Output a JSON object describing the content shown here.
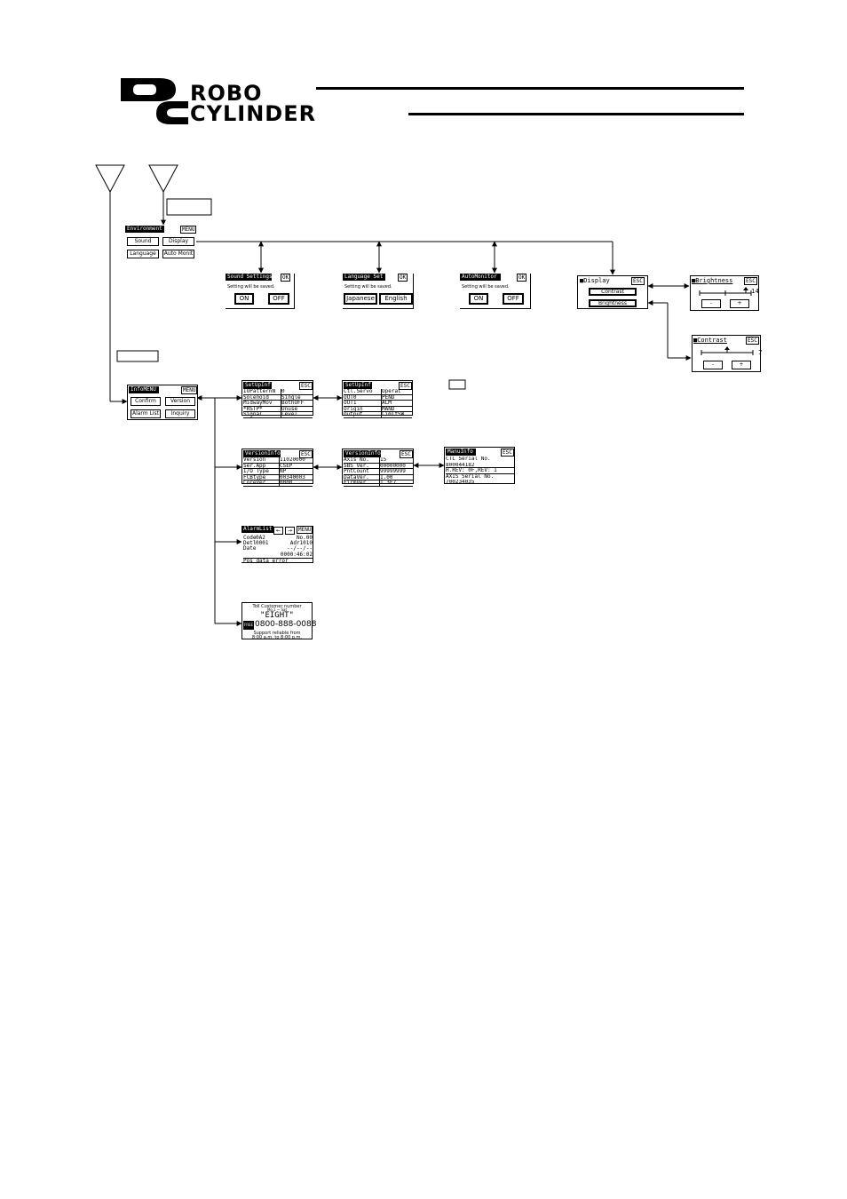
{
  "logo": {
    "line1": "ROBO",
    "line2": "CYLINDER"
  },
  "environment": {
    "title": "Environment",
    "tag": "MENU",
    "buttons": [
      "Sound",
      "Display",
      "Language",
      "Auto Monit"
    ]
  },
  "sound": {
    "title": "Sound Settings",
    "tag": "OK",
    "note": "Setting will be saved.",
    "on": "ON",
    "off": "OFF"
  },
  "language": {
    "title": "Language Set",
    "tag": "OK",
    "note": "Setting will be saved.",
    "opt1": "Japanese",
    "opt2": "English"
  },
  "automon": {
    "title": "AutoMonitor",
    "tag": "OK",
    "note": "Setting will be saved.",
    "on": "ON",
    "off": "OFF"
  },
  "display": {
    "title": "■Display",
    "tag": "ESC",
    "contrast": "Contrast",
    "brightness": "Brightness"
  },
  "brightness": {
    "title": "■Brightness",
    "tag": "ESC",
    "minus": "-",
    "plus": "+",
    "value": "14"
  },
  "contrast": {
    "title": "■Contrast",
    "tag": "ESC",
    "minus": "-",
    "plus": "+",
    "value": "7"
  },
  "info": {
    "title": "InfoMENU",
    "tag": "MENU",
    "buttons": [
      "Confirm",
      "Version",
      "Alarm List",
      "Inquiry"
    ]
  },
  "setup1": {
    "title": "SetUpInf",
    "tag": "ESC",
    "rows": [
      [
        "IOPatternN",
        "0"
      ],
      [
        "Solenoid",
        "Single"
      ],
      [
        "MidwayMov",
        "BothOFF"
      ],
      [
        "*RSTP*",
        "Unuse"
      ],
      [
        "Signal",
        "Level"
      ]
    ]
  },
  "setup2": {
    "title": "SetUpInf",
    "tag": "ESC",
    "rows": [
      [
        "Ctl.Servo",
        "Operat"
      ],
      [
        "OUT0",
        "PEND"
      ],
      [
        "OUT1",
        "ALM"
      ],
      [
        "Origin",
        "MAND"
      ],
      [
        "Output",
        "LimitSW"
      ]
    ]
  },
  "ver1": {
    "title": "VersionInfo",
    "tag": "ESC",
    "rows": [
      [
        "Version",
        "11020000"
      ],
      [
        "Ser.App",
        "CSEP"
      ],
      [
        "I/O Type",
        "NP"
      ],
      [
        "FCBtype",
        "00340003"
      ],
      [
        "CoreVer.",
        "0000"
      ]
    ]
  },
  "ver2": {
    "title": "VersionInfo",
    "tag": "ESC",
    "rows": [
      [
        "Axis No.",
        "15"
      ],
      [
        "SBS Ver.",
        "00000000"
      ],
      [
        "PntCount",
        "99999999"
      ],
      [
        "DataVer.",
        "1.00"
      ],
      [
        "FirmVer.",
        "1.3F7"
      ]
    ]
  },
  "manu": {
    "title": "ManuInfo",
    "tag": "ESC",
    "lines": [
      "CTL Serial No.",
      "800044182",
      "H.REV: 0F,REV: 1",
      "AXIS Serial No.",
      "700234035"
    ]
  },
  "alarm": {
    "title": "AlarmList",
    "tag": "MENU",
    "lines": [
      [
        "Code",
        "0A2",
        "No.00"
      ],
      [
        "Detl",
        "0001",
        "Adr1010"
      ],
      [
        "Date",
        "",
        "--/--/--"
      ],
      [
        "",
        "",
        "0000:46:02"
      ]
    ],
    "msg": "Pos data error"
  },
  "inquiry": {
    "line1": "Toll Customer number",
    "line2": "Mo.1 ~ Sat",
    "name": "\"EIGHT\"",
    "badge": "FREE",
    "phone": "0800-888-0088",
    "sup1": "Support reliable from",
    "sup2": "8:00 a.m. to 8:00 p.m."
  }
}
